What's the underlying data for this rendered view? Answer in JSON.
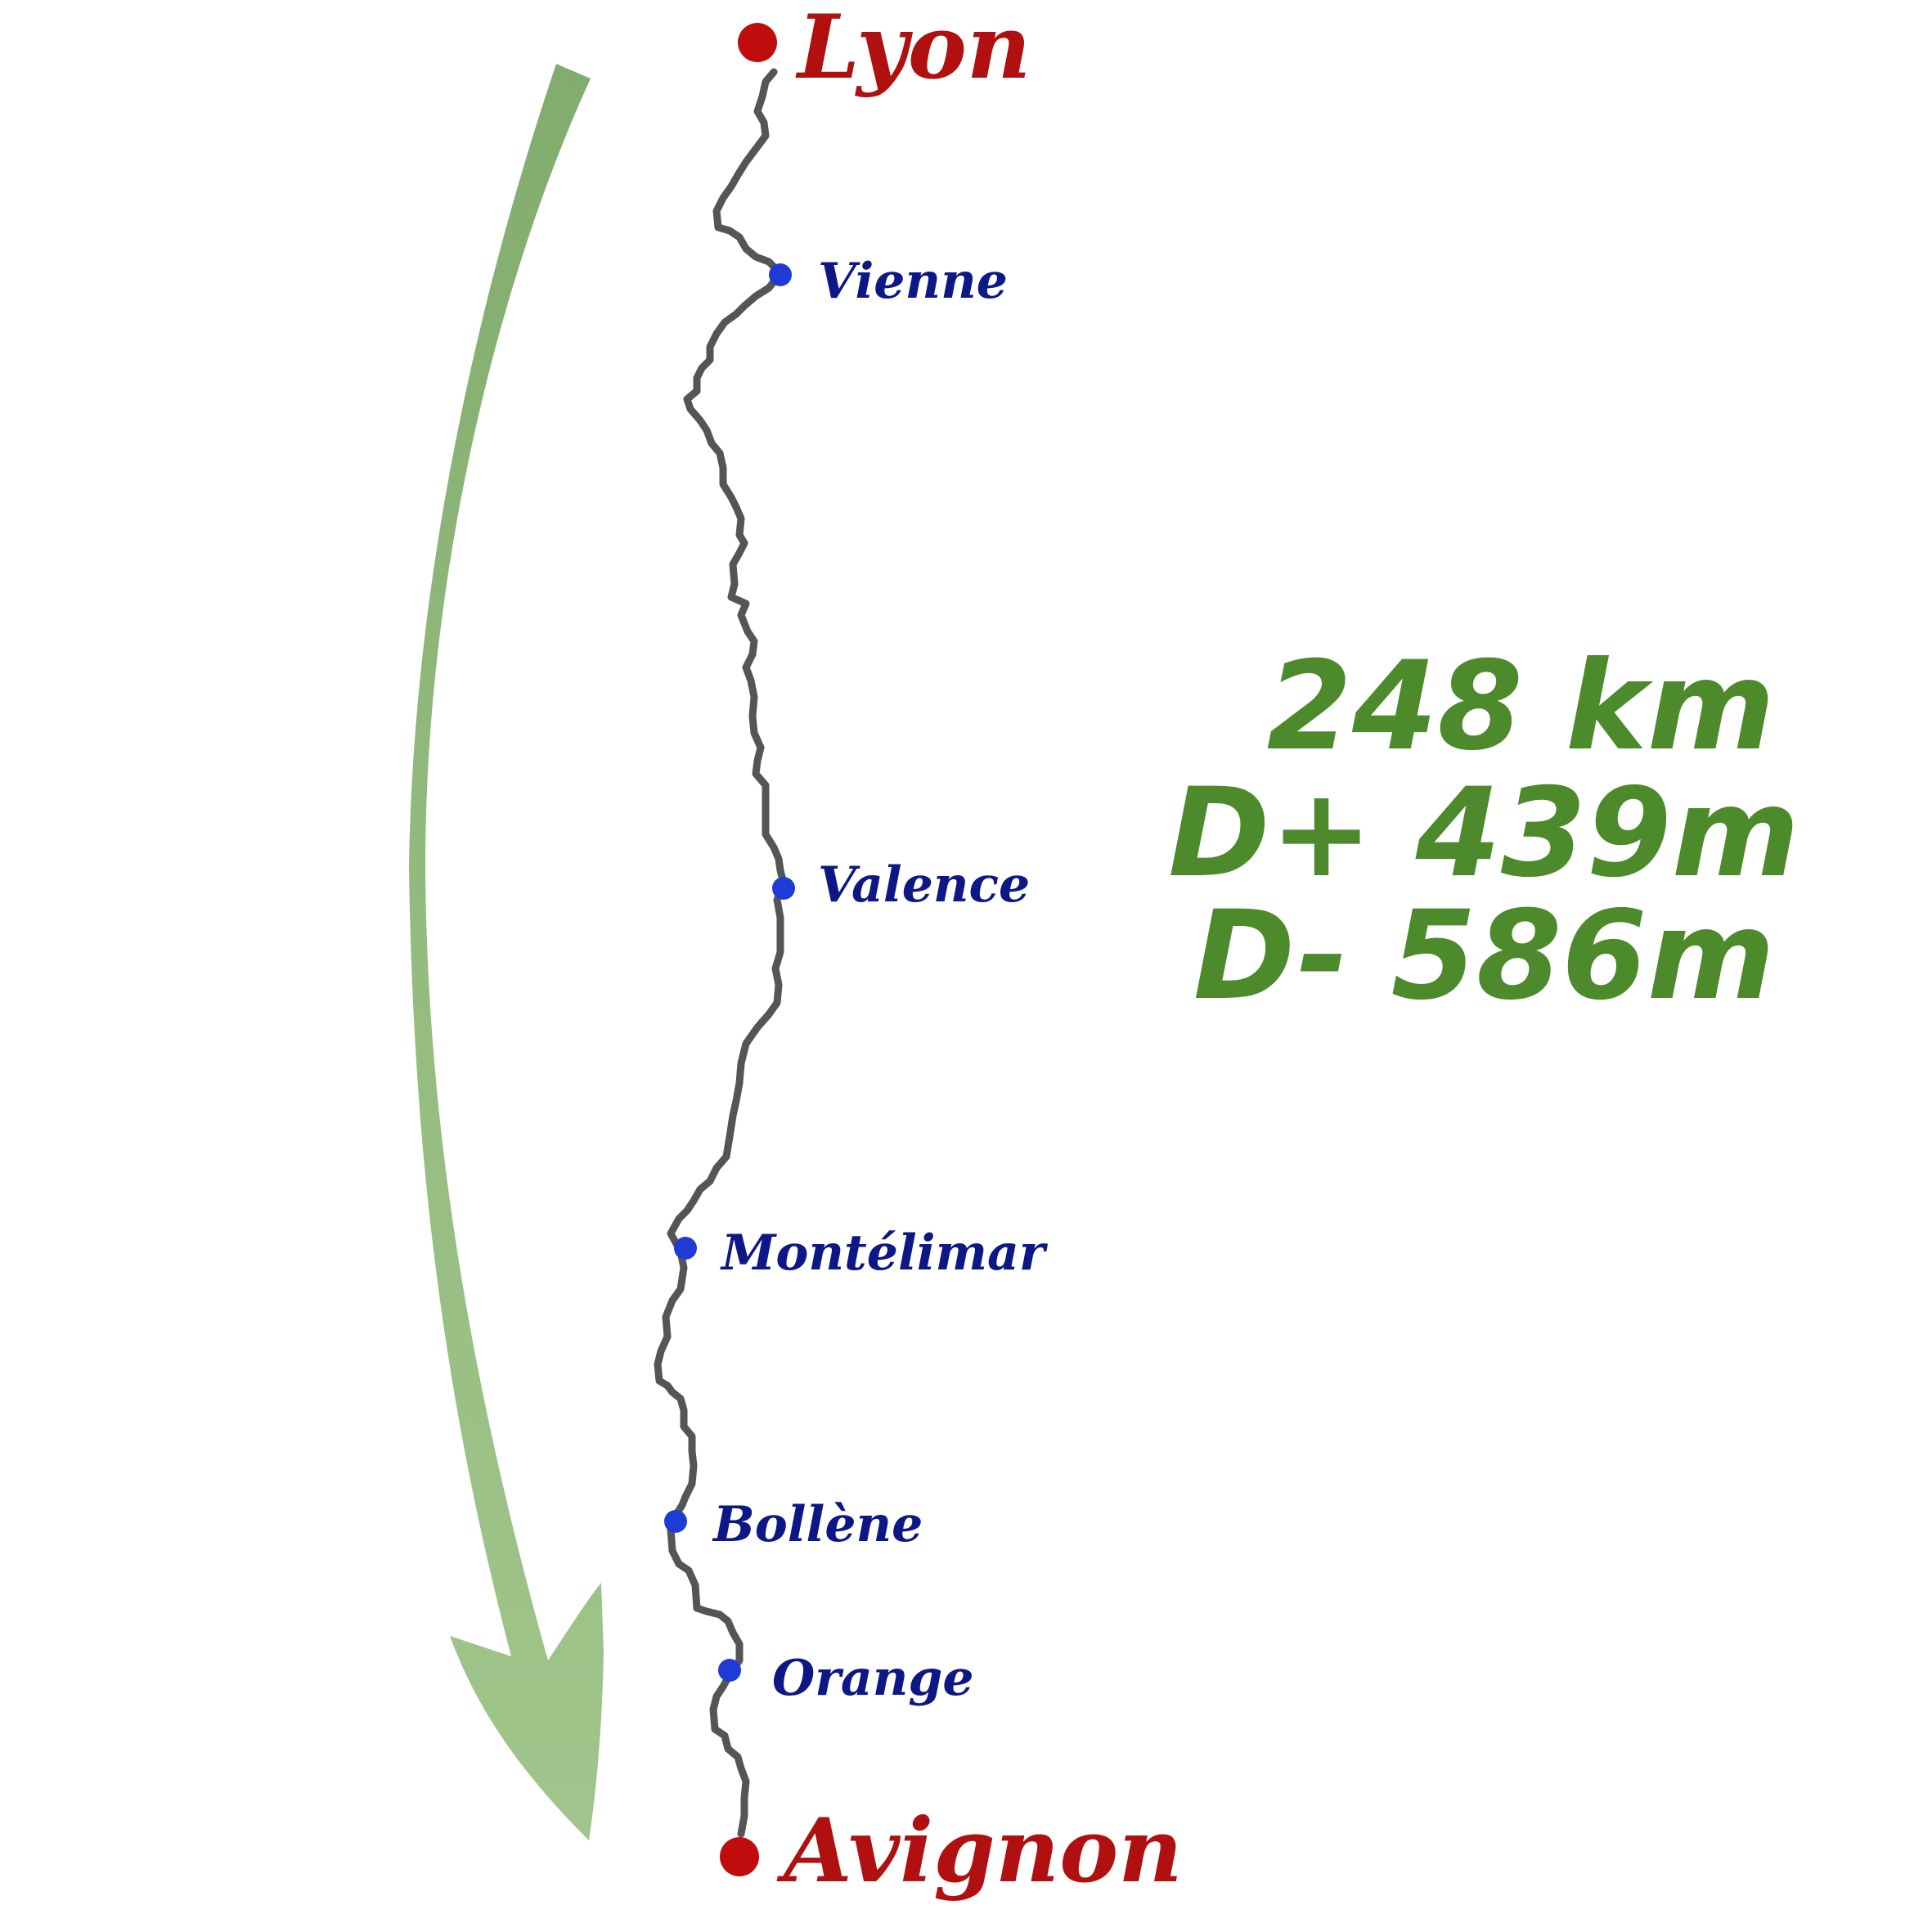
{
  "route": {
    "start_city": "Lyon",
    "end_city": "Avignon",
    "waypoints": [
      "Vienne",
      "Valence",
      "Montélimar",
      "Bollène",
      "Orange"
    ]
  },
  "stats": {
    "distance": "248 km",
    "elevation_gain": "D+ 439m",
    "elevation_loss": "D- 586m"
  },
  "colors": {
    "major_city": "#b01010",
    "minor_city": "#0d1785",
    "route_line": "#555555",
    "arrow": "#8fb878",
    "stats_text": "#4d8a2b"
  },
  "icons": {
    "major_stop": "red-dot-icon",
    "minor_stop": "blue-dot-icon",
    "direction": "curved-arrow-down-icon"
  }
}
